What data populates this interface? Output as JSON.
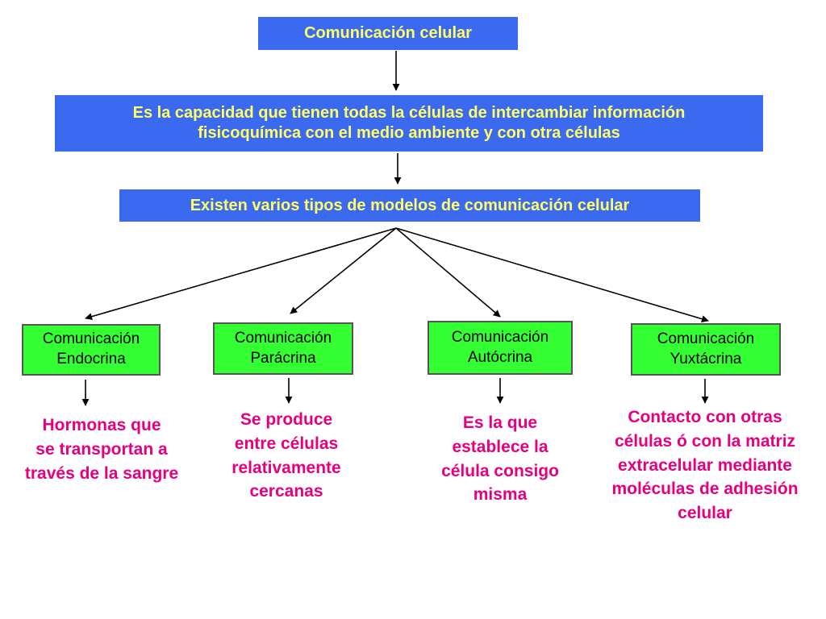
{
  "title": "Comunicación celular",
  "definition": {
    "line1": "Es la capacidad que tienen todas la células de intercambiar información",
    "line2": "fisicoquímica con el medio ambiente y con otra células"
  },
  "subtitle": "Existen varios tipos de modelos de comunicación celular",
  "types": [
    {
      "line1": "Comunicación",
      "line2": "Endocrina",
      "desc": [
        "Hormonas que",
        "se transportan a",
        "través de la sangre"
      ]
    },
    {
      "line1": "Comunicación",
      "line2": "Parácrina",
      "desc": [
        "Se produce",
        "entre células",
        "relativamente",
        "cercanas"
      ]
    },
    {
      "line1": "Comunicación",
      "line2": "Autócrina",
      "desc": [
        "Es la que",
        "establece la",
        "célula consigo",
        "misma"
      ]
    },
    {
      "line1": "Comunicación",
      "line2": "Yuxtácrina",
      "desc": [
        "Contacto con otras",
        "células ó con la matriz",
        "extracelular mediante",
        "moléculas de adhesión",
        "celular"
      ]
    }
  ],
  "colors": {
    "blue_box": "#3b6af0",
    "blue_text": "#ffff66",
    "green_box": "#33ff33",
    "desc_text": "#e6007e"
  }
}
